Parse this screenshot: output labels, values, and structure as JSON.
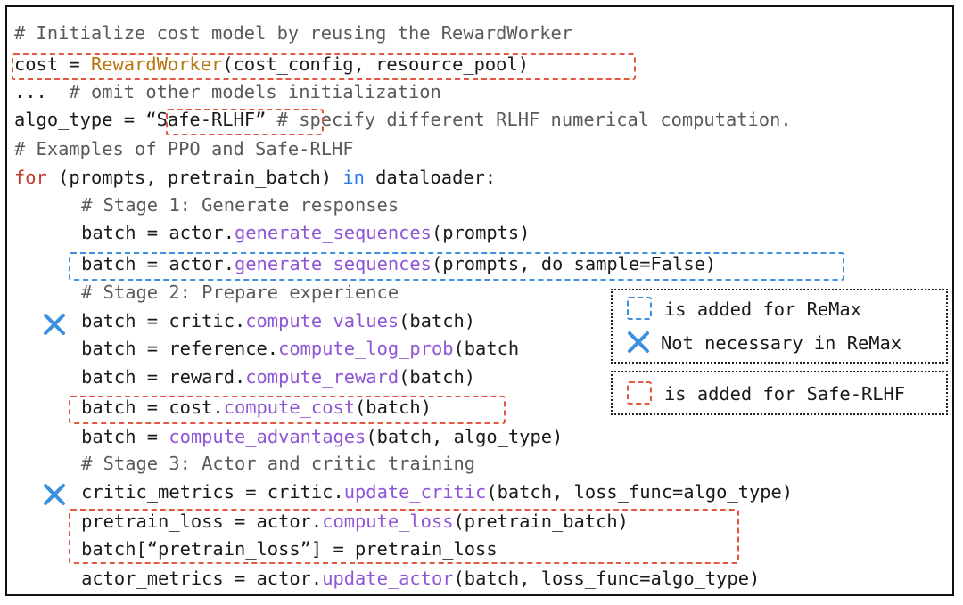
{
  "lines": [
    {
      "id": "l1",
      "parts": [
        {
          "t": "# Initialize cost model by reusing the RewardWorker",
          "c": "c"
        }
      ]
    },
    {
      "id": "l2",
      "parts": [
        {
          "t": "cost = ",
          "c": ""
        },
        {
          "t": "RewardWorker",
          "c": "o"
        },
        {
          "t": "(cost_config, resource_pool)",
          "c": ""
        }
      ]
    },
    {
      "id": "l3",
      "parts": [
        {
          "t": "...  ",
          "c": ""
        },
        {
          "t": "# omit other models initialization",
          "c": "c"
        }
      ]
    },
    {
      "id": "l4",
      "parts": [
        {
          "t": "algo_type = ",
          "c": ""
        },
        {
          "t": "“Safe-RLHF”",
          "c": "s"
        },
        {
          "t": " # specify different RLHF numerical computation.",
          "c": "c"
        }
      ]
    },
    {
      "id": "l5",
      "parts": [
        {
          "t": "# Examples of PPO and Safe-RLHF",
          "c": "c"
        }
      ]
    },
    {
      "id": "l6",
      "parts": [
        {
          "t": "for",
          "c": "k"
        },
        {
          "t": " (prompts, pretrain_batch) ",
          "c": ""
        },
        {
          "t": "in",
          "c": "b"
        },
        {
          "t": " dataloader:",
          "c": ""
        }
      ]
    },
    {
      "id": "l7",
      "parts": [
        {
          "t": "    # Stage 1: Generate responses",
          "c": "c"
        }
      ]
    },
    {
      "id": "l8",
      "parts": [
        {
          "t": "    batch = actor.",
          "c": ""
        },
        {
          "t": "generate_sequences",
          "c": "f"
        },
        {
          "t": "(prompts)",
          "c": ""
        }
      ]
    },
    {
      "id": "l9",
      "parts": [
        {
          "t": "    batch = actor.",
          "c": ""
        },
        {
          "t": "generate_sequences",
          "c": "f"
        },
        {
          "t": "(prompts, do_sample=False)",
          "c": ""
        }
      ]
    },
    {
      "id": "l10",
      "parts": [
        {
          "t": "    # Stage 2: Prepare experience",
          "c": "c"
        }
      ]
    },
    {
      "id": "l11",
      "parts": [
        {
          "t": "    batch = critic.",
          "c": ""
        },
        {
          "t": "compute_values",
          "c": "f"
        },
        {
          "t": "(batch)",
          "c": ""
        }
      ]
    },
    {
      "id": "l12",
      "parts": [
        {
          "t": "    batch = reference.",
          "c": ""
        },
        {
          "t": "compute_log_prob",
          "c": "f"
        },
        {
          "t": "(batch",
          "c": ""
        }
      ]
    },
    {
      "id": "l13",
      "parts": [
        {
          "t": "    batch = reward.",
          "c": ""
        },
        {
          "t": "compute_reward",
          "c": "f"
        },
        {
          "t": "(batch)",
          "c": ""
        }
      ]
    },
    {
      "id": "l14",
      "parts": [
        {
          "t": "    batch = cost.",
          "c": ""
        },
        {
          "t": "compute_cost",
          "c": "f"
        },
        {
          "t": "(batch)",
          "c": ""
        }
      ]
    },
    {
      "id": "l15",
      "parts": [
        {
          "t": "    batch = ",
          "c": ""
        },
        {
          "t": "compute_advantages",
          "c": "f"
        },
        {
          "t": "(batch, algo_type)",
          "c": ""
        }
      ]
    },
    {
      "id": "l16",
      "parts": [
        {
          "t": "    # Stage 3: Actor and critic training",
          "c": "c"
        }
      ]
    },
    {
      "id": "l17",
      "parts": [
        {
          "t": "    critic_metrics = critic.",
          "c": ""
        },
        {
          "t": "update_critic",
          "c": "f"
        },
        {
          "t": "(batch, loss_func=algo_type)",
          "c": ""
        }
      ]
    },
    {
      "id": "l18",
      "parts": [
        {
          "t": "    pretrain_loss = actor.",
          "c": ""
        },
        {
          "t": "compute_loss",
          "c": "f"
        },
        {
          "t": "(pretrain_batch)",
          "c": ""
        }
      ]
    },
    {
      "id": "l19",
      "parts": [
        {
          "t": "    batch[“pretrain_loss”] = pretrain_loss",
          "c": ""
        }
      ]
    },
    {
      "id": "l20",
      "parts": [
        {
          "t": "    actor_metrics = actor.",
          "c": ""
        },
        {
          "t": "update_actor",
          "c": "f"
        },
        {
          "t": "(batch, loss_func=algo_type)",
          "c": ""
        }
      ]
    }
  ],
  "legend": {
    "remax_added": "is added for ReMax",
    "remax_unneeded": "Not necessary in ReMax",
    "safe_added": "is added for Safe-RLHF"
  },
  "colors": {
    "safe_rlhf": "#e2583e",
    "remax": "#3d8fe0",
    "comment": "#5a5a5a",
    "keyword": "#c0392b",
    "builtin": "#2c7be5",
    "method": "#8f55d6",
    "class": "#b8740f"
  }
}
